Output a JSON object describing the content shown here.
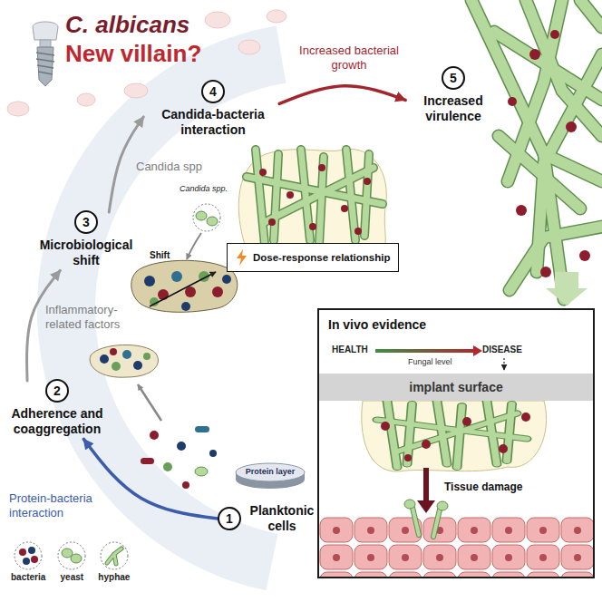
{
  "diagram": {
    "nodes": [
      {
        "text": [
          "1",
          "Planktonic cells"
        ]
      },
      {
        "text": [
          "Protein layer"
        ]
      },
      {
        "text": [
          "2",
          "Adherence and coaggregation"
        ]
      },
      {
        "text": [
          "3",
          "Microbiological shift"
        ]
      },
      {
        "text": [
          "4",
          "Candida-bacteria interaction"
        ]
      },
      {
        "text": [
          "Dose-response relationship"
        ]
      },
      {
        "text": [
          "5",
          "Increased virulence"
        ]
      },
      {
        "text": [
          "In vivo evidence"
        ]
      },
      {
        "text": [
          "implant surface"
        ],
        "in": 7
      }
    ],
    "edges": [
      {
        "from": 0,
        "to": 2,
        "arrow": "to",
        "label": "Protein-bacteria interaction"
      },
      {
        "from": 2,
        "to": 3,
        "arrow": "to",
        "label": "Inflammatory-related factors"
      },
      {
        "from": 3,
        "to": 4,
        "arrow": "to",
        "label": "Candida spp"
      },
      {
        "from": 4,
        "to": 6,
        "arrow": "to",
        "label": "Increased bacterial growth"
      }
    ],
    "labels": [
      "C. albicans",
      "New villain?",
      "Candida spp.",
      "Shift",
      "HEALTH",
      "Fungal level",
      "DISEASE",
      "Tissue damage"
    ],
    "legend": [
      {
        "text": "bacteria"
      },
      {
        "text": "yeast"
      },
      {
        "text": "hyphae"
      }
    ]
  }
}
